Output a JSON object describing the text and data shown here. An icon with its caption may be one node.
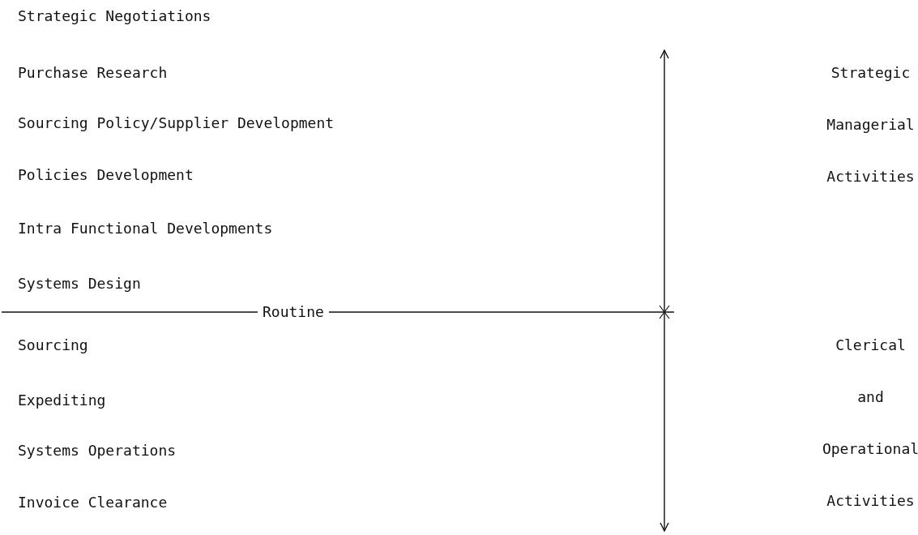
{
  "diagram": {
    "labels": [
      "Strategic Negotiations",
      "Purchase Research",
      "Sourcing Policy/Supplier Development",
      "Policies Development",
      "Intra Functional Developments",
      "Systems Design",
      "Strategic Managerial Activities",
      "Routine",
      "Sourcing",
      "Expediting",
      "Systems Operations",
      "Invoice Clearance",
      "Clerical and Operational Activities"
    ]
  }
}
